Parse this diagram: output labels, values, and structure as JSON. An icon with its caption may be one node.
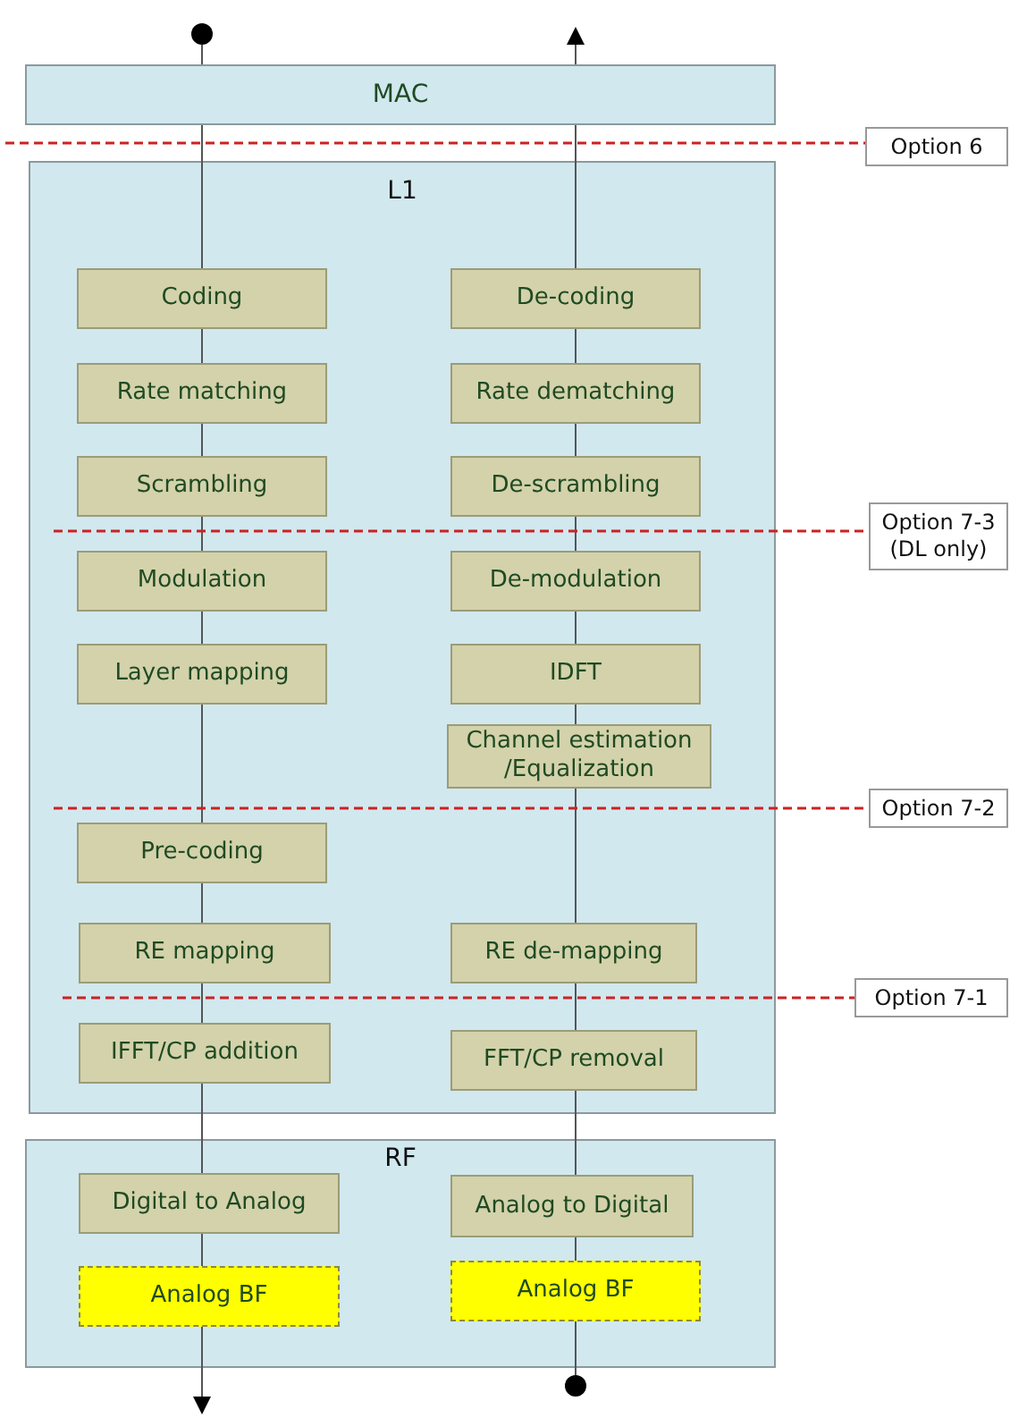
{
  "diagram": {
    "nodes": [
      {
        "text": [
          "MAC"
        ]
      },
      {
        "text": [
          "L1"
        ]
      },
      {
        "text": [
          "Coding"
        ],
        "in": 1
      },
      {
        "text": [
          "Rate matching"
        ],
        "in": 1
      },
      {
        "text": [
          "Scrambling"
        ],
        "in": 1
      },
      {
        "text": [
          "Modulation"
        ],
        "in": 1
      },
      {
        "text": [
          "Layer mapping"
        ],
        "in": 1
      },
      {
        "text": [
          "Pre-coding"
        ],
        "in": 1
      },
      {
        "text": [
          "RE mapping"
        ],
        "in": 1
      },
      {
        "text": [
          "IFFT/CP addition"
        ],
        "in": 1
      },
      {
        "text": [
          "De-coding"
        ],
        "in": 1
      },
      {
        "text": [
          "Rate dematching"
        ],
        "in": 1
      },
      {
        "text": [
          "De-scrambling"
        ],
        "in": 1
      },
      {
        "text": [
          "De-modulation"
        ],
        "in": 1
      },
      {
        "text": [
          "IDFT"
        ],
        "in": 1
      },
      {
        "text": [
          "Channel estimation /Equalization"
        ],
        "in": 1
      },
      {
        "text": [
          "RE de-mapping"
        ],
        "in": 1
      },
      {
        "text": [
          "FFT/CP removal"
        ],
        "in": 1
      },
      {
        "text": [
          "RF"
        ]
      },
      {
        "text": [
          "Digital to Analog"
        ],
        "in": 18
      },
      {
        "text": [
          "Analog BF"
        ],
        "in": 18
      },
      {
        "text": [
          "Analog to Digital"
        ],
        "in": 18
      },
      {
        "text": [
          "Analog BF"
        ],
        "in": 18
      },
      {
        "text": [
          "Option 6"
        ]
      },
      {
        "text": [
          "Option 7-3 (DL only)"
        ]
      },
      {
        "text": [
          "Option 7-2"
        ]
      },
      {
        "text": [
          "Option 7-1"
        ]
      },
      {
        "text": [],
        "shape": "circle"
      },
      {
        "text": [],
        "shape": "circle"
      }
    ],
    "edges": [
      {
        "from": 27,
        "to": 0,
        "arrow": "none"
      },
      {
        "from": 0,
        "to": 2,
        "arrow": "none"
      },
      {
        "from": 2,
        "to": 3,
        "arrow": "none"
      },
      {
        "from": 3,
        "to": 4,
        "arrow": "none"
      },
      {
        "from": 4,
        "to": 5,
        "arrow": "none"
      },
      {
        "from": 5,
        "to": 6,
        "arrow": "none"
      },
      {
        "from": 6,
        "to": 7,
        "arrow": "none"
      },
      {
        "from": 7,
        "to": 8,
        "arrow": "none"
      },
      {
        "from": 8,
        "to": 9,
        "arrow": "none"
      },
      {
        "from": 9,
        "to": 19,
        "arrow": "none"
      },
      {
        "from": 19,
        "to": 20,
        "arrow": "none"
      },
      {
        "from": 20,
        "to": null,
        "arrow": "to"
      },
      {
        "from": 28,
        "to": 22,
        "arrow": "none"
      },
      {
        "from": 22,
        "to": 21,
        "arrow": "none"
      },
      {
        "from": 21,
        "to": 17,
        "arrow": "none"
      },
      {
        "from": 17,
        "to": 16,
        "arrow": "none"
      },
      {
        "from": 16,
        "to": 15,
        "arrow": "none"
      },
      {
        "from": 15,
        "to": 14,
        "arrow": "none"
      },
      {
        "from": 14,
        "to": 13,
        "arrow": "none"
      },
      {
        "from": 13,
        "to": 12,
        "arrow": "none"
      },
      {
        "from": 12,
        "to": 11,
        "arrow": "none"
      },
      {
        "from": 11,
        "to": 10,
        "arrow": "none"
      },
      {
        "from": 10,
        "to": 0,
        "arrow": "none"
      },
      {
        "from": 0,
        "to": null,
        "arrow": "to"
      },
      {
        "from": null,
        "to": 23,
        "arrow": "none",
        "style": "dashed",
        "color": "#cc2222"
      },
      {
        "from": null,
        "to": 24,
        "arrow": "none",
        "style": "dashed",
        "color": "#cc2222"
      },
      {
        "from": null,
        "to": 25,
        "arrow": "none",
        "style": "dashed",
        "color": "#cc2222"
      },
      {
        "from": null,
        "to": 26,
        "arrow": "none",
        "style": "dashed",
        "color": "#cc2222"
      }
    ]
  }
}
